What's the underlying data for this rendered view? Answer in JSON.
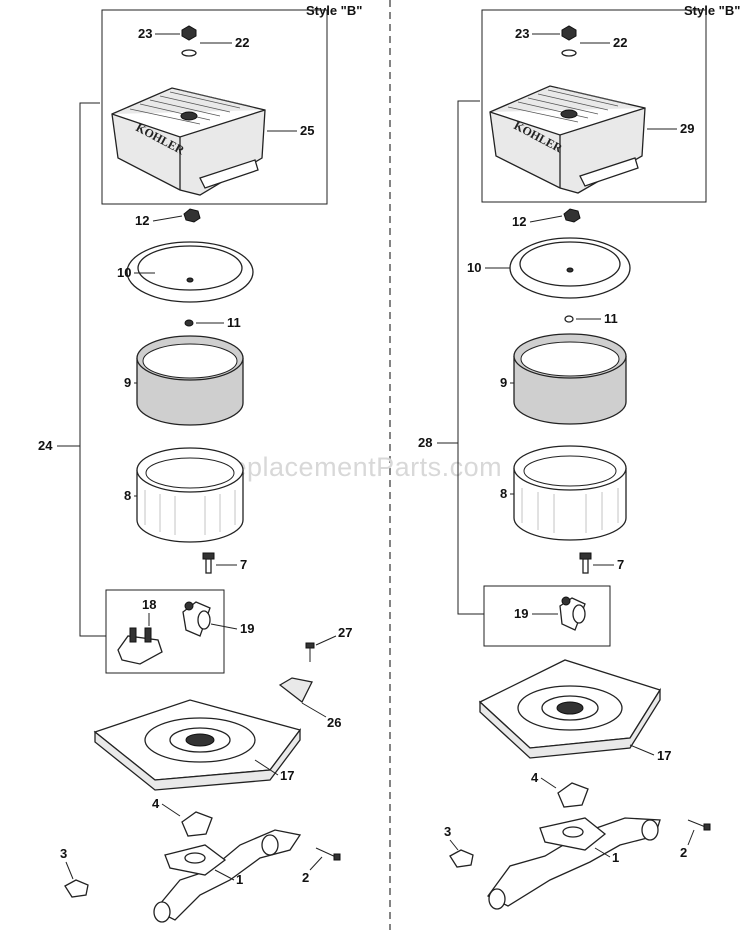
{
  "diagram": {
    "watermark": "eReplacementParts.com",
    "left": {
      "style_label": "Style \"B\"",
      "callouts": {
        "c23": "23",
        "c22": "22",
        "c25": "25",
        "c12": "12",
        "c10": "10",
        "c11": "11",
        "c9": "9",
        "c24": "24",
        "c8": "8",
        "c7": "7",
        "c18": "18",
        "c19": "19",
        "c27": "27",
        "c26": "26",
        "c17": "17",
        "c4": "4",
        "c3": "3",
        "c2": "2",
        "c1": "1"
      },
      "cover_brand": "KOHLER"
    },
    "right": {
      "style_label": "Style \"B\"",
      "callouts": {
        "c23": "23",
        "c22": "22",
        "c29": "29",
        "c12": "12",
        "c10": "10",
        "c11": "11",
        "c9": "9",
        "c28": "28",
        "c8": "8",
        "c7": "7",
        "c19": "19",
        "c17": "17",
        "c4": "4",
        "c3": "3",
        "c2": "2",
        "c1": "1"
      },
      "cover_brand": "KOHLER"
    }
  }
}
